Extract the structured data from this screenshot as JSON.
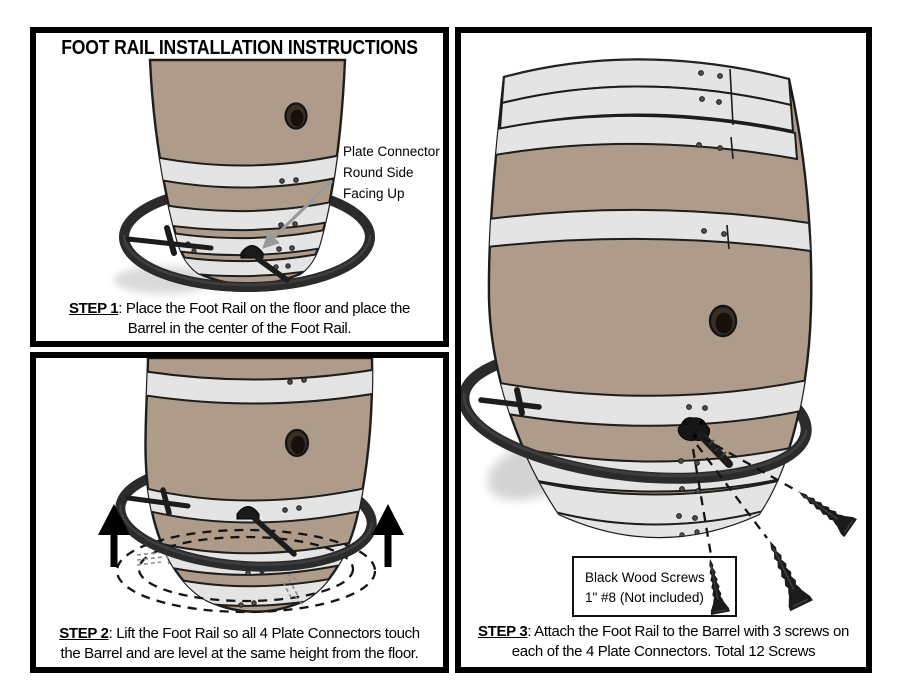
{
  "title": "FOOT RAIL INSTALLATION INSTRUCTIONS",
  "colors": {
    "page_bg": "#ffffff",
    "panel_border": "#000000",
    "barrel_wood": "#ae9b89",
    "band_metal": "#e4e4e4",
    "outline": "#1d1d1d",
    "rail_black": "#2b2b2b",
    "annotation_arrow_gray": "#999999"
  },
  "steps": [
    {
      "label": "STEP 1",
      "line1": ": Place the Foot Rail on the floor and place the",
      "line2": "Barrel in the center of the Foot Rail."
    },
    {
      "label": "STEP 2",
      "line1": ": Lift the Foot Rail so all 4 Plate Connectors touch",
      "line2": "the Barrel and are level at the same height from the floor."
    },
    {
      "label": "STEP 3",
      "line1": ": Attach the Foot Rail to the Barrel with 3 screws on",
      "line2": "each of the 4 Plate Connectors. Total 12 Screws"
    }
  ],
  "annotations": {
    "plate_connector_note": [
      "Plate Connector",
      "Round Side",
      "Facing Up"
    ],
    "screw_note": [
      "Black Wood Screws",
      "1\" #8 (Not included)"
    ]
  }
}
